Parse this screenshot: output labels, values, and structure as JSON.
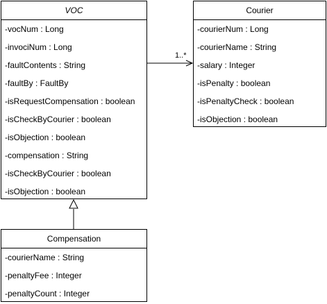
{
  "classes": {
    "voc": {
      "name": "VOC",
      "attributes": [
        "-vocNum : Long",
        "-invociNum : Long",
        "-faultContents : String",
        "-faultBy : FaultBy",
        "-isRequestCompensation : boolean",
        "-isCheckByCourier : boolean",
        "-isObjection : boolean",
        "-compensation : String",
        "-isCheckByCourier : boolean",
        "-isObjection : boolean"
      ]
    },
    "courier": {
      "name": "Courier",
      "attributes": [
        "-courierNum : Long",
        "-courierName : String",
        "-salary : Integer",
        "-isPenalty : boolean",
        "-isPenaltyCheck : boolean",
        "-isObjection : boolean"
      ]
    },
    "compensation": {
      "name": "Compensation",
      "attributes": [
        "-courierName : String",
        "-penaltyFee : Integer",
        "-penaltyCount : Integer"
      ]
    }
  },
  "associations": {
    "voc_courier_multiplicity": "1..*"
  }
}
